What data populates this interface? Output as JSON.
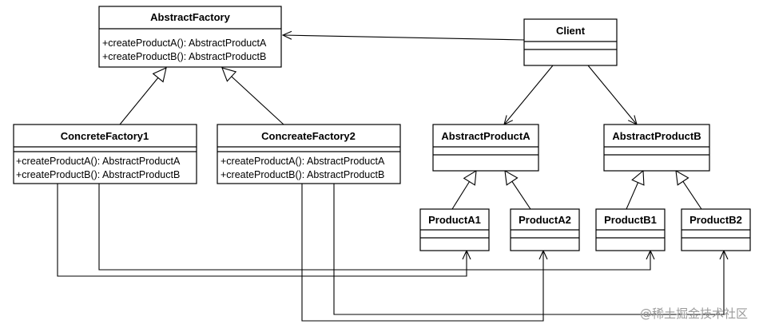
{
  "classes": {
    "abstract_factory": {
      "name": "AbstractFactory",
      "ops": [
        "+createProductA(): AbstractProductA",
        "+createProductB(): AbstractProductB"
      ]
    },
    "concrete_factory1": {
      "name": "ConcreteFactory1",
      "ops": [
        "+createProductA(): AbstractProductA",
        "+createProductB(): AbstractProductB"
      ]
    },
    "concrete_factory2": {
      "name": "ConcreateFactory2",
      "ops": [
        "+createProductA(): AbstractProductA",
        "+createProductB(): AbstractProductB"
      ]
    },
    "client": {
      "name": "Client"
    },
    "abstract_product_a": {
      "name": "AbstractProductA"
    },
    "abstract_product_b": {
      "name": "AbstractProductB"
    },
    "product_a1": {
      "name": "ProductA1"
    },
    "product_a2": {
      "name": "ProductA2"
    },
    "product_b1": {
      "name": "ProductB1"
    },
    "product_b2": {
      "name": "ProductB2"
    }
  },
  "watermark": "@稀土掘金技术社区",
  "relations": [
    {
      "from": "Client",
      "to": "AbstractFactory",
      "kind": "association"
    },
    {
      "from": "Client",
      "to": "AbstractProductA",
      "kind": "association"
    },
    {
      "from": "Client",
      "to": "AbstractProductB",
      "kind": "association"
    },
    {
      "from": "ConcreteFactory1",
      "to": "AbstractFactory",
      "kind": "generalization"
    },
    {
      "from": "ConcreateFactory2",
      "to": "AbstractFactory",
      "kind": "generalization"
    },
    {
      "from": "ProductA1",
      "to": "AbstractProductA",
      "kind": "generalization"
    },
    {
      "from": "ProductA2",
      "to": "AbstractProductA",
      "kind": "generalization"
    },
    {
      "from": "ProductB1",
      "to": "AbstractProductB",
      "kind": "generalization"
    },
    {
      "from": "ProductB2",
      "to": "AbstractProductB",
      "kind": "generalization"
    },
    {
      "from": "ConcreteFactory1",
      "to": "ProductA1",
      "kind": "association"
    },
    {
      "from": "ConcreteFactory1",
      "to": "ProductB1",
      "kind": "association"
    },
    {
      "from": "ConcreateFactory2",
      "to": "ProductA2",
      "kind": "association"
    },
    {
      "from": "ConcreateFactory2",
      "to": "ProductB2",
      "kind": "association"
    }
  ]
}
